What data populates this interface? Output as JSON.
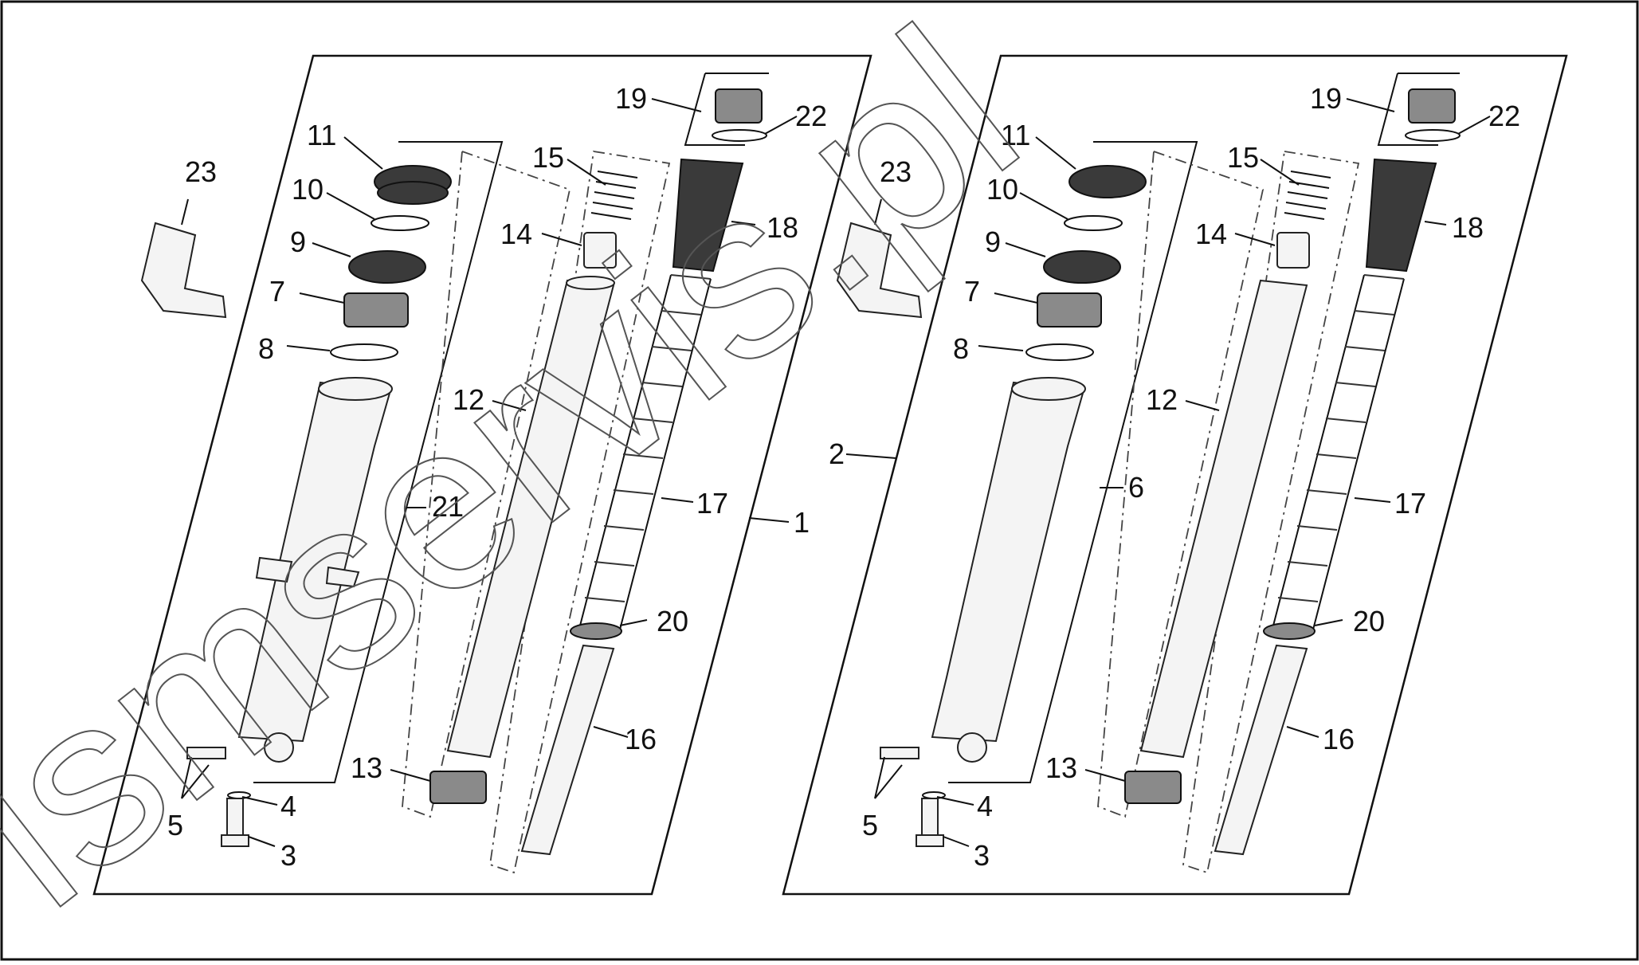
{
  "diagram": {
    "watermark": "ismservis.pl",
    "left_panel": {
      "callouts": [
        {
          "id": "L23",
          "text": "23"
        },
        {
          "id": "L11",
          "text": "11"
        },
        {
          "id": "L10",
          "text": "10"
        },
        {
          "id": "L9",
          "text": "9"
        },
        {
          "id": "L7",
          "text": "7"
        },
        {
          "id": "L8",
          "text": "8"
        },
        {
          "id": "L21",
          "text": "21"
        },
        {
          "id": "L5",
          "text": "5"
        },
        {
          "id": "L4",
          "text": "4"
        },
        {
          "id": "L3",
          "text": "3"
        },
        {
          "id": "L13",
          "text": "13"
        },
        {
          "id": "L12",
          "text": "12"
        },
        {
          "id": "L14",
          "text": "14"
        },
        {
          "id": "L15",
          "text": "15"
        },
        {
          "id": "L19",
          "text": "19"
        },
        {
          "id": "L22",
          "text": "22"
        },
        {
          "id": "L18",
          "text": "18"
        },
        {
          "id": "L17",
          "text": "17"
        },
        {
          "id": "L1",
          "text": "1"
        },
        {
          "id": "L20",
          "text": "20"
        },
        {
          "id": "L16",
          "text": "16"
        }
      ]
    },
    "right_panel": {
      "callouts": [
        {
          "id": "R23",
          "text": "23"
        },
        {
          "id": "R11",
          "text": "11"
        },
        {
          "id": "R10",
          "text": "10"
        },
        {
          "id": "R9",
          "text": "9"
        },
        {
          "id": "R7",
          "text": "7"
        },
        {
          "id": "R8",
          "text": "8"
        },
        {
          "id": "R2",
          "text": "2"
        },
        {
          "id": "R6",
          "text": "6"
        },
        {
          "id": "R5",
          "text": "5"
        },
        {
          "id": "R4",
          "text": "4"
        },
        {
          "id": "R3",
          "text": "3"
        },
        {
          "id": "R13",
          "text": "13"
        },
        {
          "id": "R12",
          "text": "12"
        },
        {
          "id": "R14",
          "text": "14"
        },
        {
          "id": "R15",
          "text": "15"
        },
        {
          "id": "R19",
          "text": "19"
        },
        {
          "id": "R22",
          "text": "22"
        },
        {
          "id": "R18",
          "text": "18"
        },
        {
          "id": "R17",
          "text": "17"
        },
        {
          "id": "R20",
          "text": "20"
        },
        {
          "id": "R16",
          "text": "16"
        }
      ]
    }
  }
}
